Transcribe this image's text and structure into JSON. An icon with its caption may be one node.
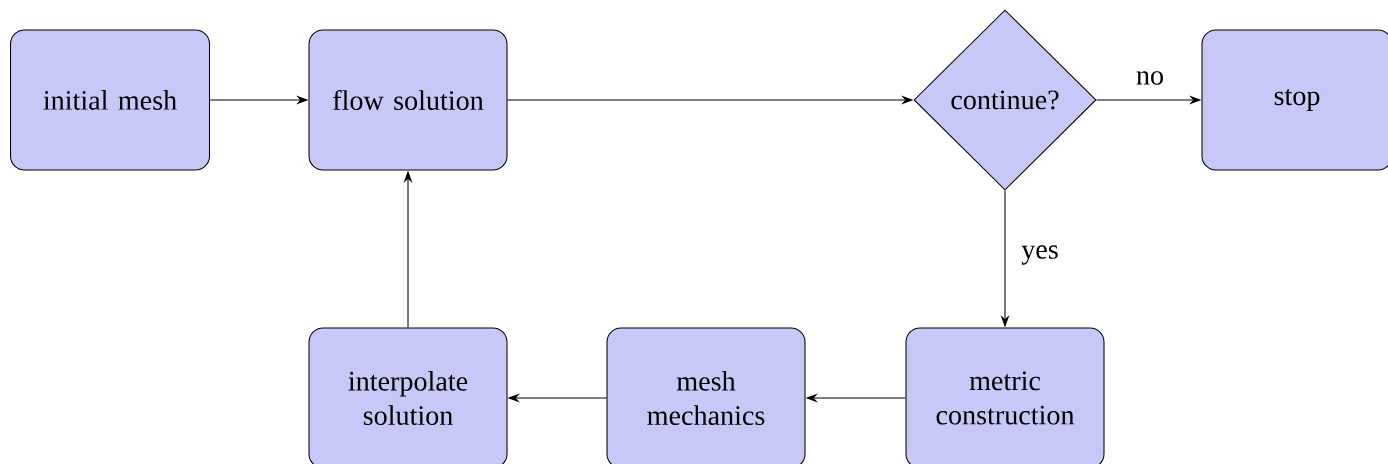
{
  "diagram": {
    "nodes": [
      {
        "text": [
          "initial mesh"
        ]
      },
      {
        "text": [
          "flow solution"
        ]
      },
      {
        "text": [
          "continue?"
        ]
      },
      {
        "text": [
          "stop"
        ]
      },
      {
        "text": [
          "metric construction"
        ]
      },
      {
        "text": [
          "mesh mechanics"
        ]
      },
      {
        "text": [
          "interpolate solution"
        ]
      }
    ],
    "edges": [
      {
        "from": 0,
        "to": 1,
        "arrow": "to"
      },
      {
        "from": 1,
        "to": 2,
        "arrow": "to"
      },
      {
        "from": 2,
        "to": 3,
        "arrow": "to",
        "label": "no"
      },
      {
        "from": 2,
        "to": 4,
        "arrow": "to",
        "label": "yes"
      },
      {
        "from": 4,
        "to": 5,
        "arrow": "to"
      },
      {
        "from": 5,
        "to": 6,
        "arrow": "to"
      },
      {
        "from": 6,
        "to": 1,
        "arrow": "to"
      }
    ]
  }
}
